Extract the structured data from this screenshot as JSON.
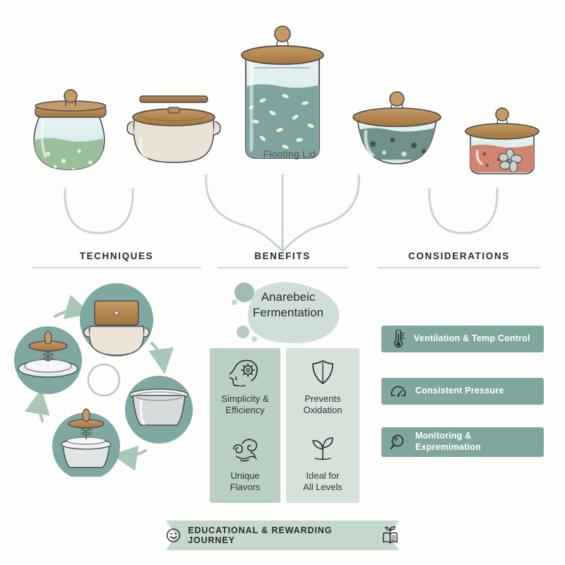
{
  "palette": {
    "background": "#fdfdfc",
    "sage_dark": "#b9cfc1",
    "sage_light": "#d5e1d9",
    "teal_bar": "#7fa79f",
    "teal_circle": "#7fa8a2",
    "banner": "#c5d8cc",
    "rule": "#cfdcd3",
    "connector": "#c3d6cb",
    "ink": "#2b2b2b",
    "wood": "#b0814e",
    "wood_dark": "#8a6236",
    "crock_cream": "#e9e2d4",
    "brine_teal": "#7fa3a0",
    "brine_green": "#9bbf9c",
    "brine_red": "#cf8570",
    "glass": "#d9ecec"
  },
  "top": {
    "caption": "Flooting Lid",
    "jars": [
      {
        "name": "round-glass-jar-green",
        "type": "round-jar",
        "fill": "#9bbf9c",
        "speck": "dots-light"
      },
      {
        "name": "cream-crock-wood-lid",
        "type": "crock",
        "fill": "#e9e2d4",
        "speck": "none"
      },
      {
        "name": "tall-glass-jar-brine",
        "type": "tall-jar",
        "fill": "#7fa3a0",
        "speck": "grains"
      },
      {
        "name": "wide-glass-bowl-teal",
        "type": "bowl",
        "fill": "#6f908d",
        "speck": "dots-dark"
      },
      {
        "name": "small-glass-jar-red",
        "type": "small-jar",
        "fill": "#cf8570",
        "speck": "flower"
      }
    ]
  },
  "sections": [
    {
      "id": "techniques",
      "label": "TECHNIQUES"
    },
    {
      "id": "benefits",
      "label": "BENEFITS"
    },
    {
      "id": "considerations",
      "label": "CONSIDERATIONS"
    }
  ],
  "techniques": {
    "steps": [
      {
        "id": "step-1",
        "name": "crock-with-wooden-lid",
        "icon": "crock-lid-icon"
      },
      {
        "id": "step-2",
        "name": "open-metal-container",
        "icon": "metal-bowl-icon"
      },
      {
        "id": "step-3",
        "name": "metal-bowl-with-weight",
        "icon": "bowl-weight-icon"
      },
      {
        "id": "step-4",
        "name": "plate-with-spring-weight",
        "icon": "spring-weight-icon"
      }
    ],
    "arrows": 4,
    "center_ring": true
  },
  "benefits": {
    "blob_title": "Anarebeic\nFermentation",
    "columns": [
      {
        "id": "col-left",
        "color": "#b9cfc1",
        "cells": [
          {
            "id": "simplicity",
            "icon": "head-gear-icon",
            "label": "Simplicity &\nEfficiency"
          },
          {
            "id": "unique-flavors",
            "icon": "swirl-icon",
            "label": "Unique\nFlavors"
          }
        ]
      },
      {
        "id": "col-right",
        "color": "#d5e1d9",
        "cells": [
          {
            "id": "prevents-oxidation",
            "icon": "shield-icon",
            "label": "Prevents\nOxidation"
          },
          {
            "id": "ideal-all-levels",
            "icon": "sprout-icon",
            "label": "Ideal for\nAll Levels"
          }
        ]
      }
    ]
  },
  "considerations": {
    "bars": [
      {
        "id": "ventilation",
        "icon": "thermometer-icon",
        "label": "Ventilation & Temp Control"
      },
      {
        "id": "pressure",
        "icon": "gauge-icon",
        "label": "Consistent Pressure"
      },
      {
        "id": "monitoring",
        "icon": "magnifier-icon",
        "label": "Monitoring &\nExpremimation"
      }
    ]
  },
  "banner": {
    "label": "EDUCATIONAL & REWARDING JOURNEY",
    "left_icon": "smiley-icon",
    "right_icon": "book-sprout-icon"
  }
}
